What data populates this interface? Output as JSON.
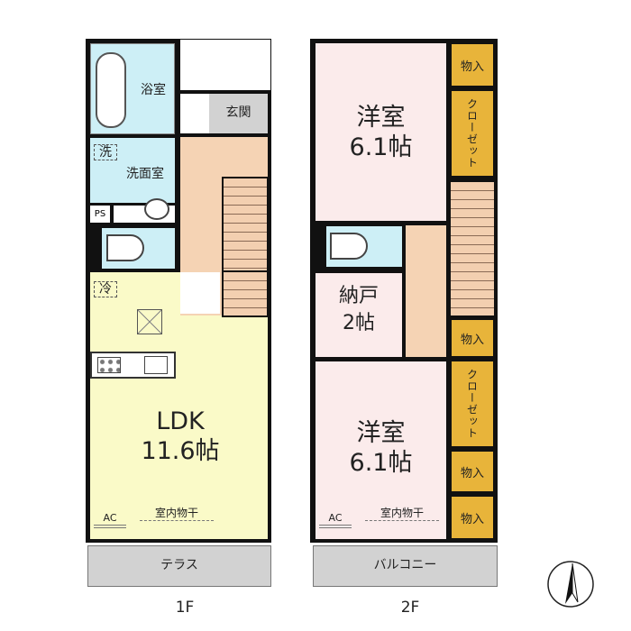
{
  "floor1": {
    "label": "1F",
    "rooms": {
      "bath": "浴室",
      "entrance": "玄関",
      "washroom": "洗面室",
      "wash_mark": "洗",
      "ps": "PS",
      "fridge_mark": "冷",
      "ldk_name": "LDK",
      "ldk_size": "11.6帖",
      "ac": "AC",
      "drying": "室内物干",
      "terrace": "テラス"
    }
  },
  "floor2": {
    "label": "2F",
    "rooms": {
      "western1_name": "洋室",
      "western1_size": "6.1帖",
      "storage_name": "納戸",
      "storage_size": "2帖",
      "western2_name": "洋室",
      "western2_size": "6.1帖",
      "closet": "クローゼット",
      "storage_small": "物入",
      "ac": "AC",
      "drying": "室内物干",
      "balcony": "バルコニー"
    }
  },
  "colors": {
    "bath": "#cdeff6",
    "ldk": "#fafac8",
    "hall": "#f5d3b4",
    "western": "#fbebeb",
    "closet": "#e8b43a",
    "grey": "#d2d2d2"
  }
}
